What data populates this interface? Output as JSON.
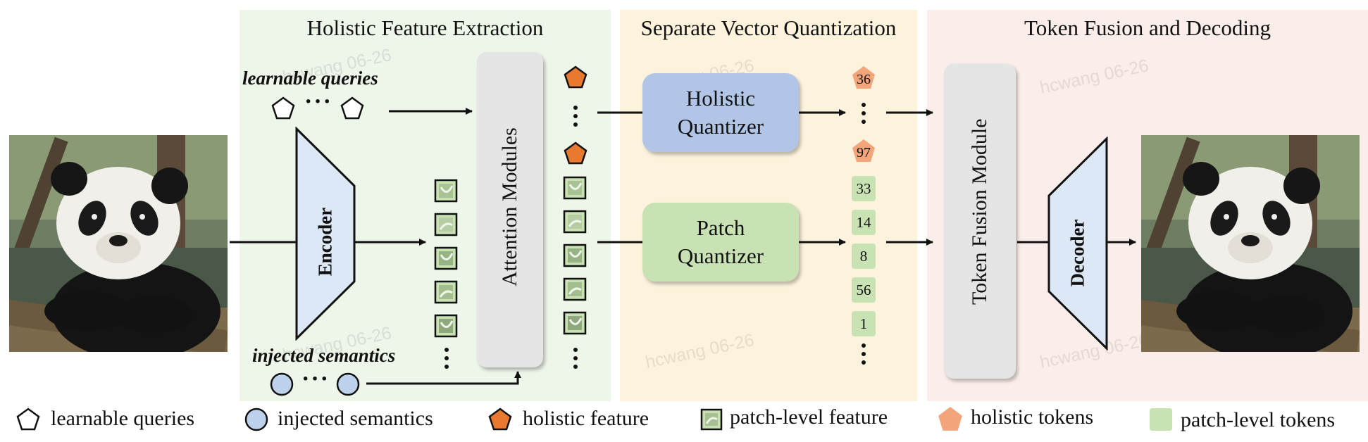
{
  "sections": {
    "extraction": "Holistic Feature Extraction",
    "quantization": "Separate Vector Quantization",
    "fusion": "Token Fusion and Decoding"
  },
  "labels": {
    "learnable_queries": "learnable queries",
    "injected_semantics": "injected semantics",
    "encoder": "Encoder",
    "attention": "Attention Modules",
    "holistic_quantizer": [
      "Holistic",
      "Quantizer"
    ],
    "patch_quantizer": [
      "Patch",
      "Quantizer"
    ],
    "token_fusion": "Token Fusion Module",
    "decoder": "Decoder"
  },
  "holistic_tokens": [
    "36",
    "97"
  ],
  "patch_tokens": [
    "33",
    "14",
    "8",
    "56",
    "1"
  ],
  "legend": [
    {
      "icon": "pentagon-outline",
      "label": "learnable queries"
    },
    {
      "icon": "circle-blue",
      "label": "injected semantics"
    },
    {
      "icon": "pentagon-orange",
      "label": "holistic feature"
    },
    {
      "icon": "patch-square",
      "label": "patch-level feature"
    },
    {
      "icon": "pentagon-peach",
      "label": "holistic tokens"
    },
    {
      "icon": "square-green",
      "label": "patch-level tokens"
    }
  ],
  "watermark": "hcwang 06-26",
  "colors": {
    "extraction_bg": "#eef5e9",
    "quantization_bg": "#fdf3dc",
    "fusion_bg": "#fbeeea",
    "encoder_fill": "#dce8f5",
    "holistic_quantizer": "#b1c6e6",
    "patch_quantizer": "#c9e2b3",
    "holistic_feature": "#e8792f",
    "holistic_token": "#f2a57a",
    "patch_token": "#c9e2b3",
    "semantic_circle": "#bdd3ec"
  }
}
